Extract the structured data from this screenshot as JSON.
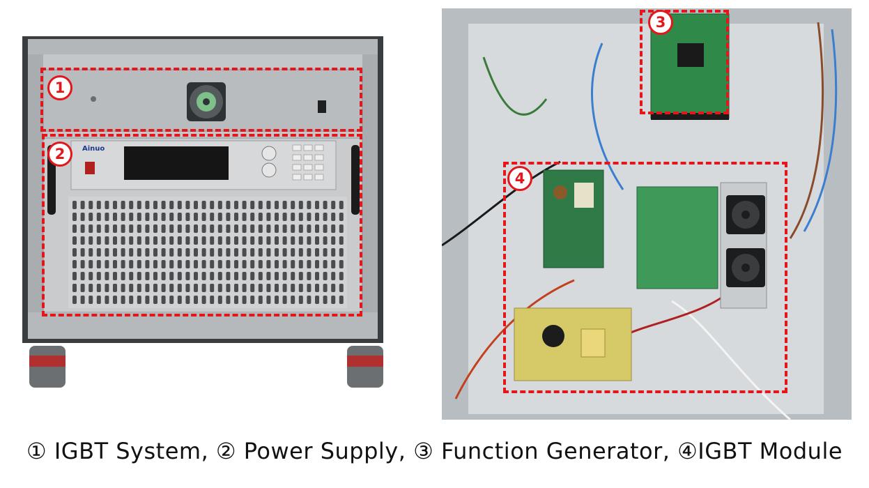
{
  "figure": {
    "caption": "① IGBT  System, ② Power Supply, ③ Function Generator, ④IGBT Module",
    "callouts": [
      {
        "number": "1"
      },
      {
        "number": "2"
      },
      {
        "number": "3"
      },
      {
        "number": "4"
      }
    ],
    "device_brand": "Ainuo",
    "colors": {
      "callout": "#e3161b",
      "cabinet_frame": "#b9bdc0",
      "panel": "#c7c9cb",
      "pcb_green": "#2f8a4a",
      "enclosure_plate": "#c9cfd3"
    }
  }
}
